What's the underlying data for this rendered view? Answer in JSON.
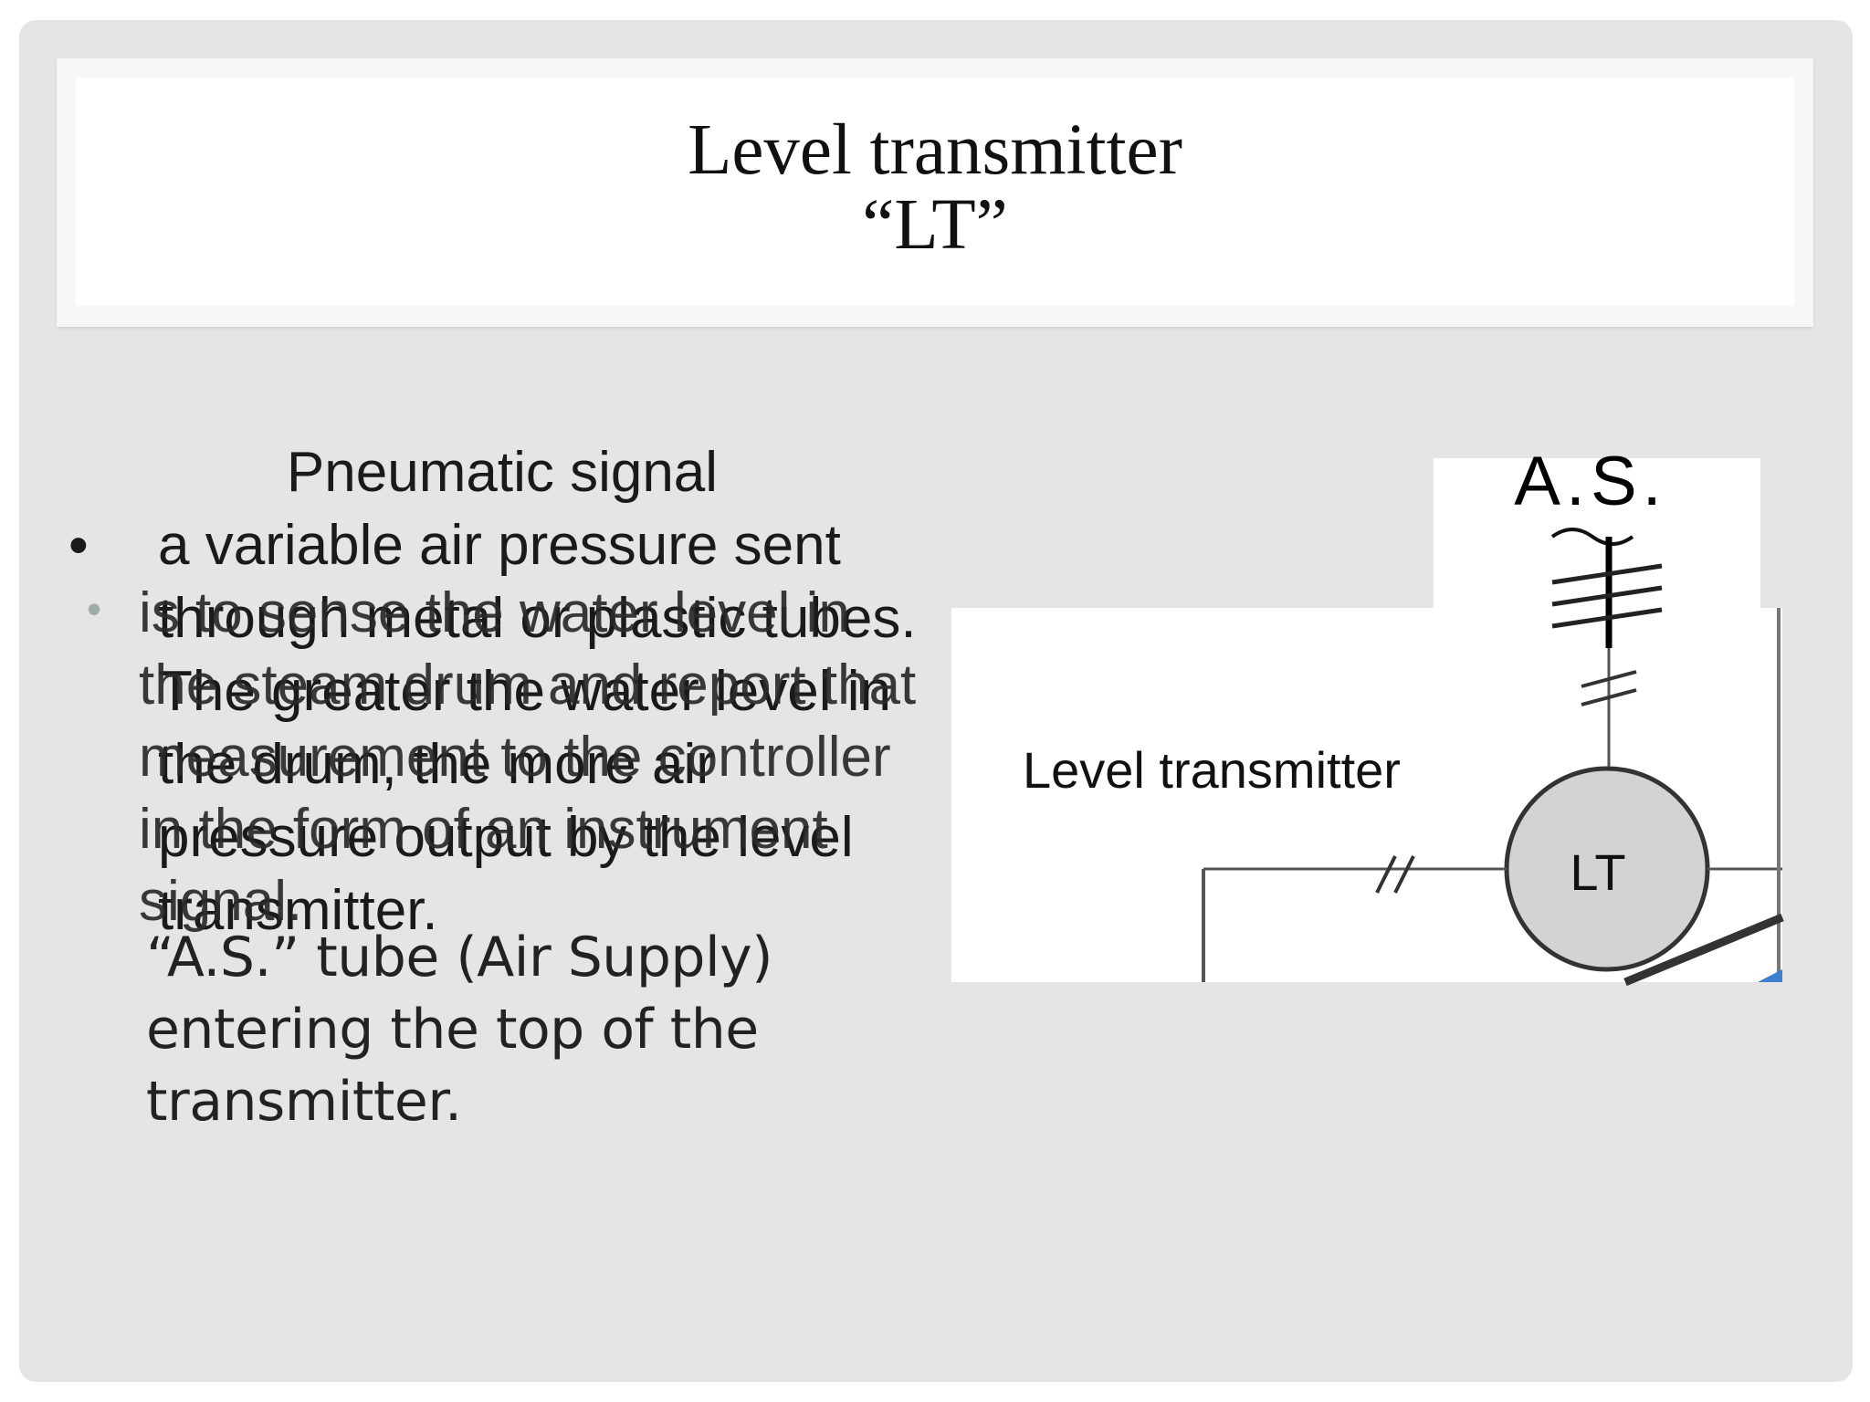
{
  "title": {
    "line1": "Level transmitter",
    "line2": "“LT”"
  },
  "left": {
    "heading": "Pneumatic signal",
    "bullet_symbol": "•",
    "bullet1": "a variable air pressure sent through metal or plastic tubes. The greater the water level in the drum, the more air pressure output by the level transmitter.",
    "bullet2_symbol": "•",
    "bullet2": "is to sense the water level in the steam drum and report that measurement to the controller in the form of an instrument signal.",
    "continuation": "“A.S.” tube (Air Supply) entering the top of the transmitter."
  },
  "diagram": {
    "supply_label": "A.S.",
    "transmitter_label": "Level transmitter",
    "instrument_tag": "LT"
  },
  "colors": {
    "slide_bg": "#e5e5e6",
    "title_bg": "#ffffff",
    "instrument_fill": "#d3d3d3",
    "accent_blue": "#3a7fd0"
  }
}
